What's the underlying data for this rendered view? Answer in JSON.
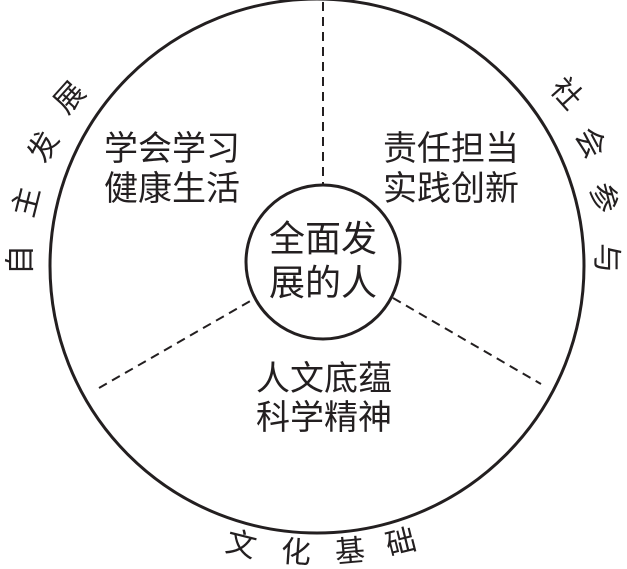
{
  "center": {
    "line1": "全面发",
    "line2": "展的人"
  },
  "sectors": {
    "top_left": {
      "line1": "学会学习",
      "line2": "健康生活"
    },
    "top_right": {
      "line1": "责任担当",
      "line2": "实践创新"
    },
    "bottom": {
      "line1": "人文底蕴",
      "line2": "科学精神"
    }
  },
  "outer_labels": {
    "left": [
      "自",
      "主",
      "发",
      "展"
    ],
    "right": [
      "社",
      "会",
      "参",
      "与"
    ],
    "bottom": [
      "文",
      "化",
      "基",
      "础"
    ]
  },
  "colors": {
    "ink": "#231f20",
    "background": "#ffffff"
  }
}
